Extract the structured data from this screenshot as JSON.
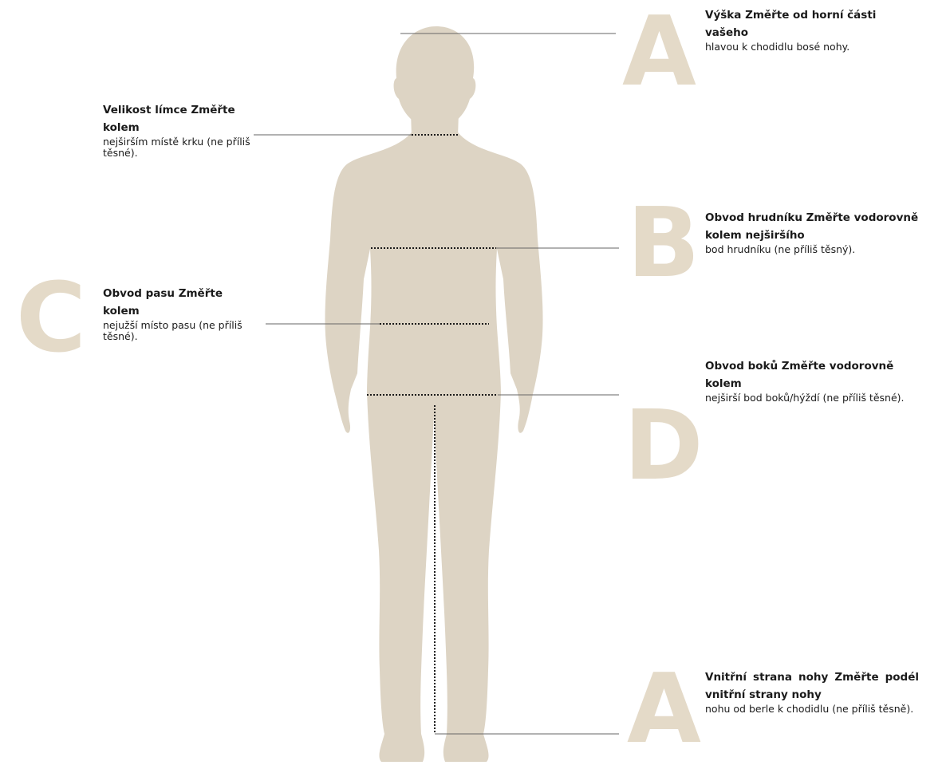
{
  "letters": {
    "height": "A",
    "chest": "B",
    "waist": "C",
    "hip": "D",
    "inseam": "A"
  },
  "colors": {
    "silhouette": "#ddd4c4",
    "letter": "#e4dac8",
    "line": "#666666",
    "text": "#1a1a1a"
  },
  "measurements": {
    "height": {
      "title": "Výška Změřte od horní části vašeho",
      "desc": "hlavou k chodidlu bosé nohy."
    },
    "collar": {
      "title": "Velikost límce Změřte kolem",
      "desc": "nejširším místě krku (ne příliš těsné)."
    },
    "chest": {
      "title": "Obvod hrudníku Změřte vodorovně kolem nejširšího",
      "desc": "bod hrudníku (ne příliš těsný)."
    },
    "waist": {
      "title": "Obvod pasu Změřte kolem",
      "desc": "nejužší místo pasu (ne příliš těsné)."
    },
    "hip": {
      "title": "Obvod boků Změřte vodorovně kolem",
      "desc": "nejširší bod boků/hýždí (ne příliš těsné)."
    },
    "inseam": {
      "title": "Vnitřní strana nohy Změřte podél vnitřní strany nohy",
      "desc": "nohu od berle k chodidlu (ne příliš těsně)."
    }
  }
}
